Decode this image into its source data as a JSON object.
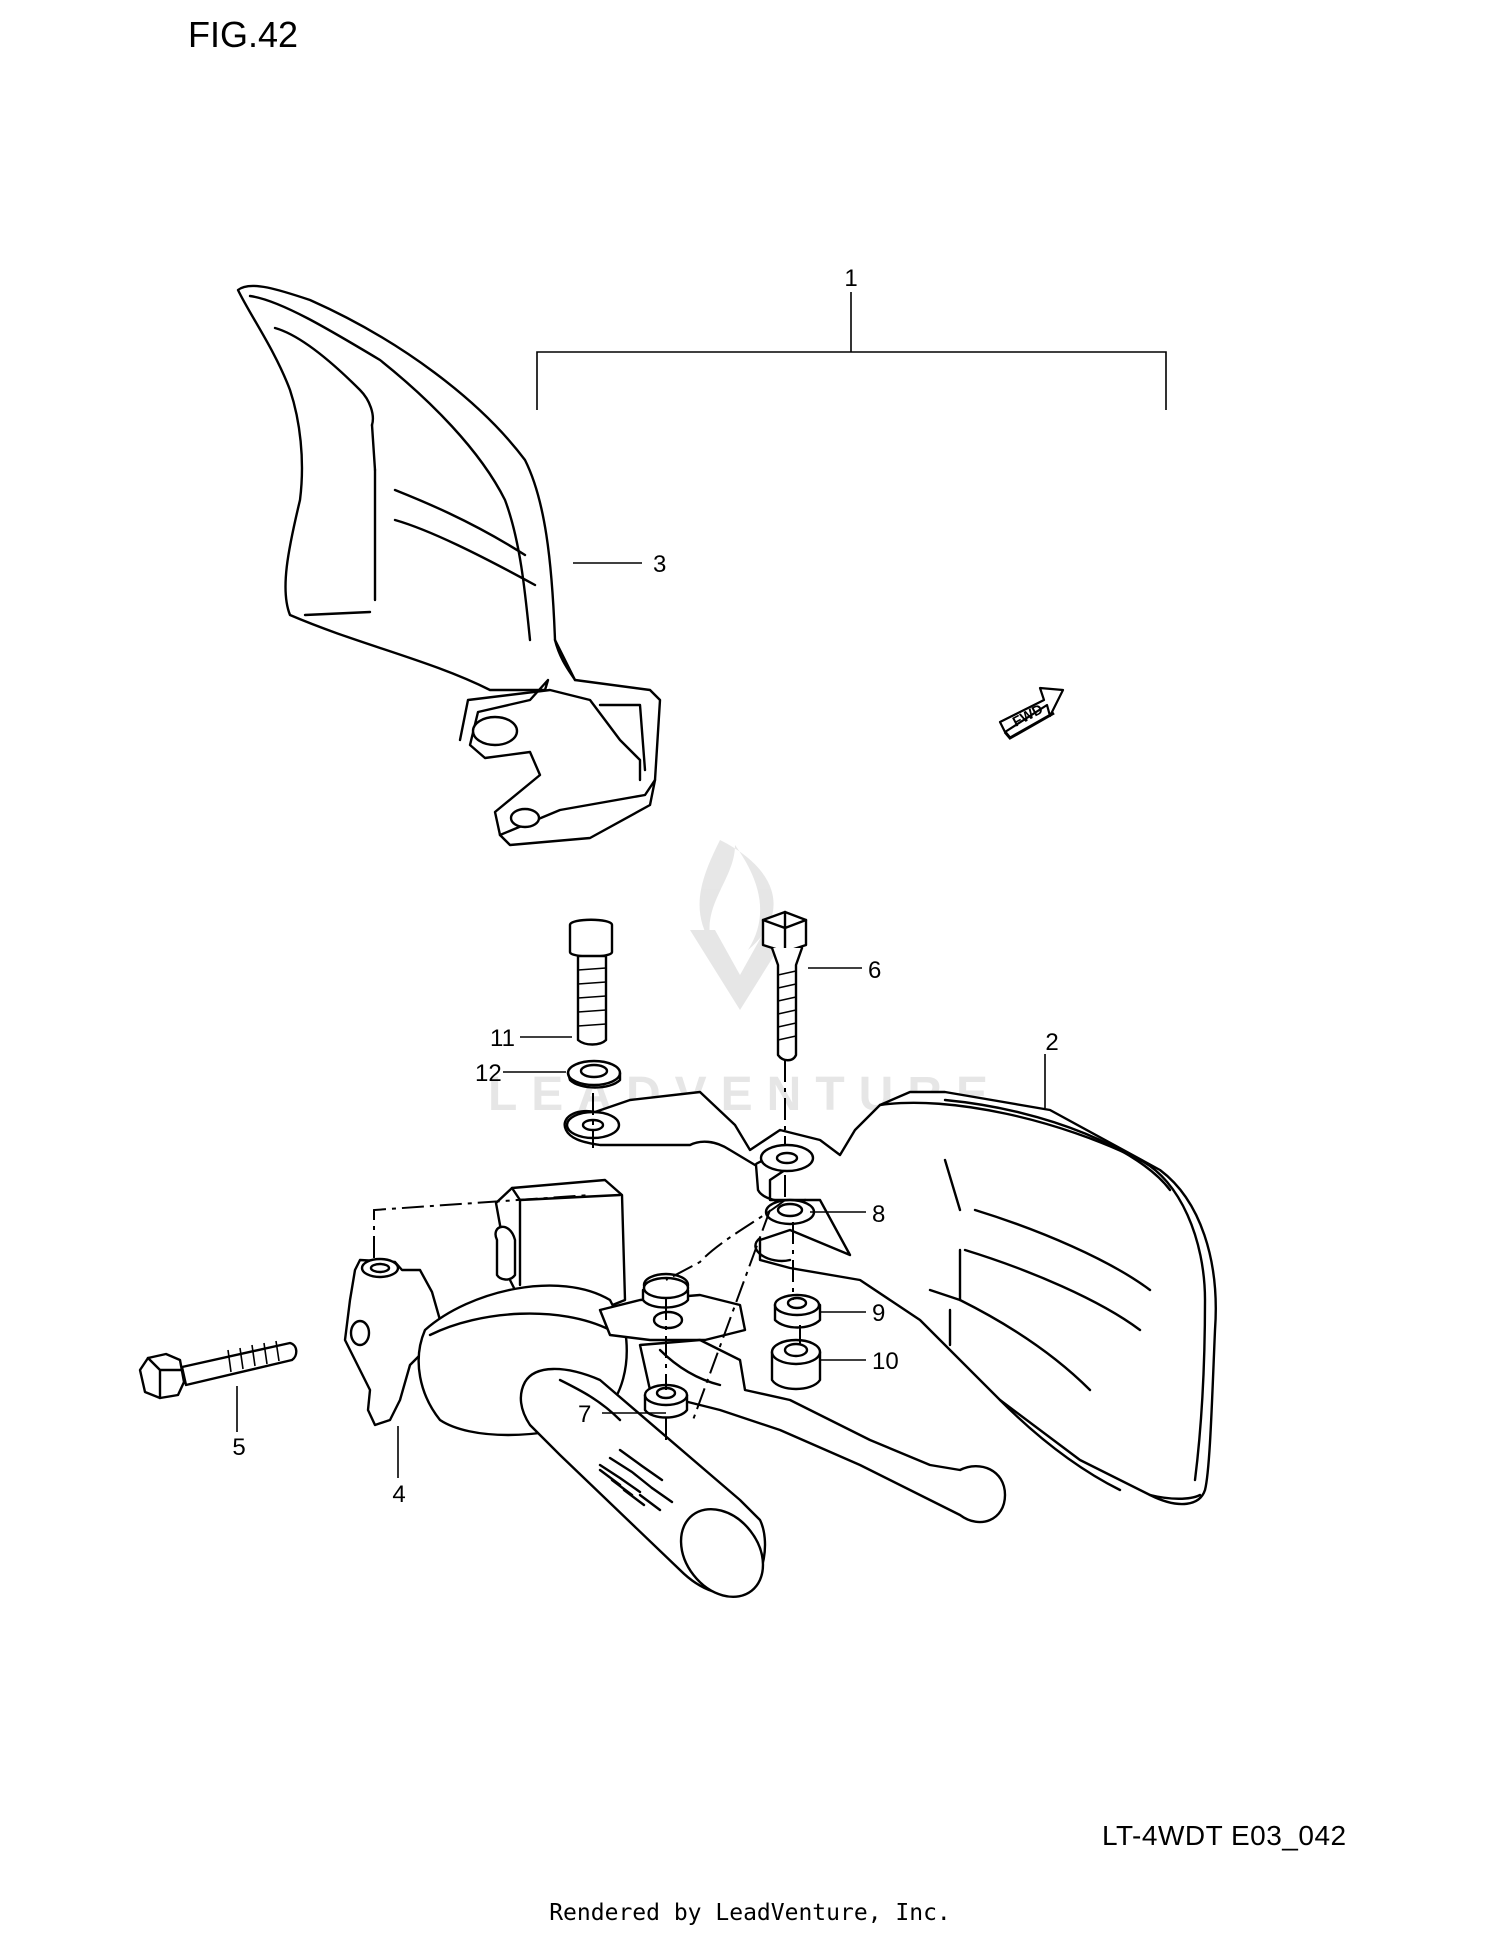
{
  "figure": {
    "title": "FIG.42",
    "code": "LT-4WDT E03_042",
    "credit": "Rendered by LeadVenture, Inc."
  },
  "watermark": {
    "text": "LEADVENTURE"
  },
  "fwd_label": "FWD",
  "callouts": [
    {
      "id": "c1",
      "label": "1"
    },
    {
      "id": "c2",
      "label": "2"
    },
    {
      "id": "c3",
      "label": "3"
    },
    {
      "id": "c4",
      "label": "4"
    },
    {
      "id": "c5",
      "label": "5"
    },
    {
      "id": "c6",
      "label": "6"
    },
    {
      "id": "c7",
      "label": "7"
    },
    {
      "id": "c8",
      "label": "8"
    },
    {
      "id": "c9",
      "label": "9"
    },
    {
      "id": "c10",
      "label": "10"
    },
    {
      "id": "c11",
      "label": "11"
    },
    {
      "id": "c12",
      "label": "12"
    }
  ]
}
